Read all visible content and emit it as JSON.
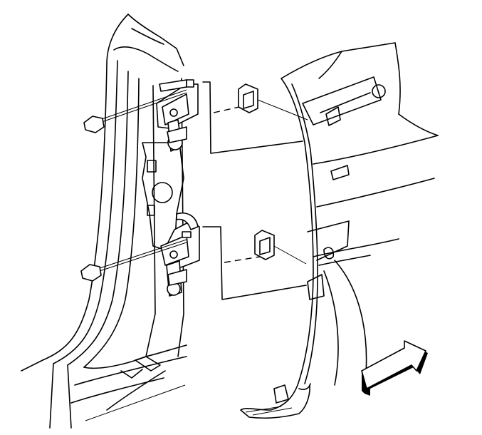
{
  "diagram": {
    "parts": [
      {
        "name": "body-pillar"
      },
      {
        "name": "upper-hinge"
      },
      {
        "name": "lower-hinge"
      },
      {
        "name": "door-shell"
      },
      {
        "name": "upper-bolt"
      },
      {
        "name": "lower-bolt"
      }
    ],
    "view_arrow": {
      "direction": "front",
      "color": "#000000"
    },
    "line_color": "#000000",
    "background": "#ffffff"
  }
}
